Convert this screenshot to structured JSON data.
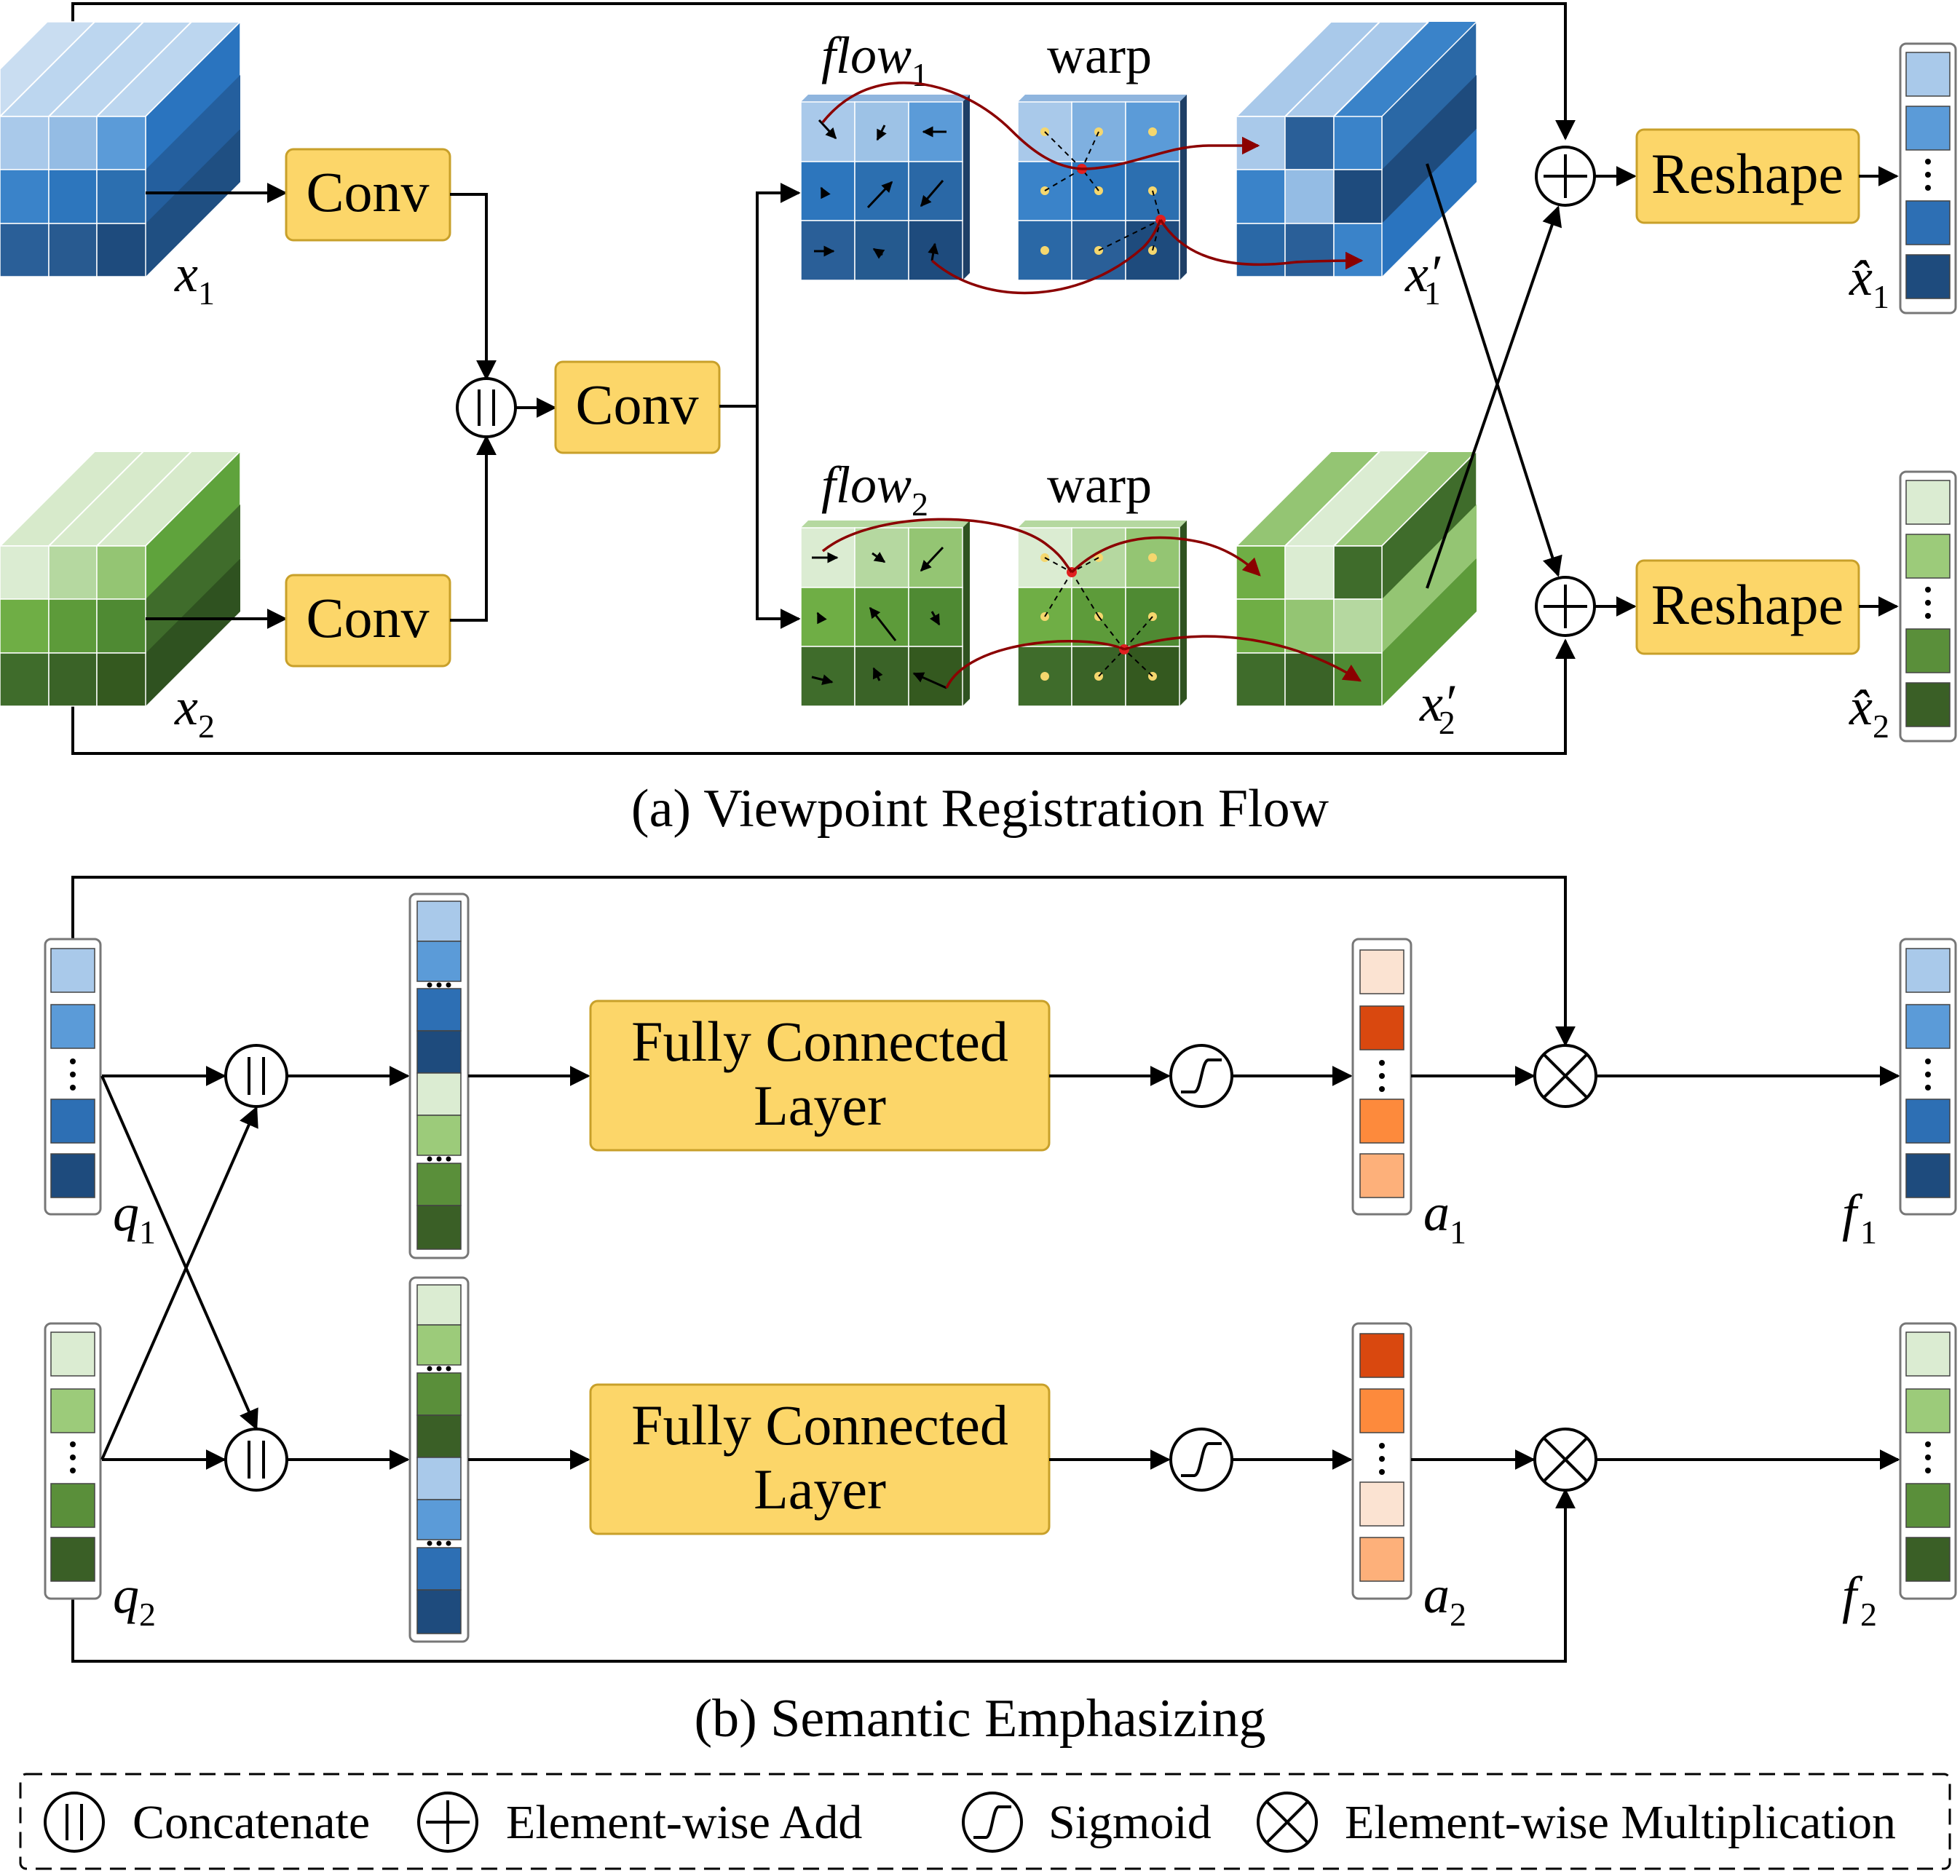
{
  "part_a": {
    "caption": "(a) Viewpoint Registration Flow",
    "conv_label": "Conv",
    "reshape_label": "Reshape",
    "warp_label": "warp",
    "flow_main": "flow",
    "flow1_sub": "1",
    "flow2_sub": "2",
    "x1_main": "x",
    "x1_sub": "1",
    "x2_main": "x",
    "x2_sub": "2",
    "x1p_main": "x′",
    "x1p_sub": "1",
    "x2p_main": "x′",
    "x2p_sub": "2",
    "x1h_main": "x̂",
    "x1h_sub": "1",
    "x2h_main": "x̂",
    "x2h_sub": "2"
  },
  "part_b": {
    "caption": "(b) Semantic Emphasizing",
    "fc_line1": "Fully Connected",
    "fc_line2": "Layer",
    "q1_main": "q",
    "q1_sub": "1",
    "q2_main": "q",
    "q2_sub": "2",
    "a1_main": "a",
    "a1_sub": "1",
    "a2_main": "a",
    "a2_sub": "2",
    "f1_main": "f",
    "f1_sub": "1",
    "f2_main": "f",
    "f2_sub": "2"
  },
  "legend": {
    "concatenate": "Concatenate",
    "add": "Element-wise Add",
    "sigmoid": "Sigmoid",
    "multiply": "Element-wise Multiplication"
  },
  "colors": {
    "box_fill": "#fcd669",
    "box_stroke": "#c8a02a",
    "blue_1": "#a9c9ea",
    "blue_2": "#5b9bd8",
    "blue_3": "#2d6fb4",
    "blue_4": "#1e4b7d",
    "green_1": "#dbecd2",
    "green_2": "#9ccb7a",
    "green_3": "#5a8f3a",
    "green_4": "#3a5f26",
    "orange_1": "#fbe3d2",
    "orange_2": "#d9480f",
    "orange_3": "#fd8a3c",
    "orange_4": "#fdb07a",
    "warp_arrow": "#8b0000",
    "sample_dot": "#f5d76e"
  }
}
